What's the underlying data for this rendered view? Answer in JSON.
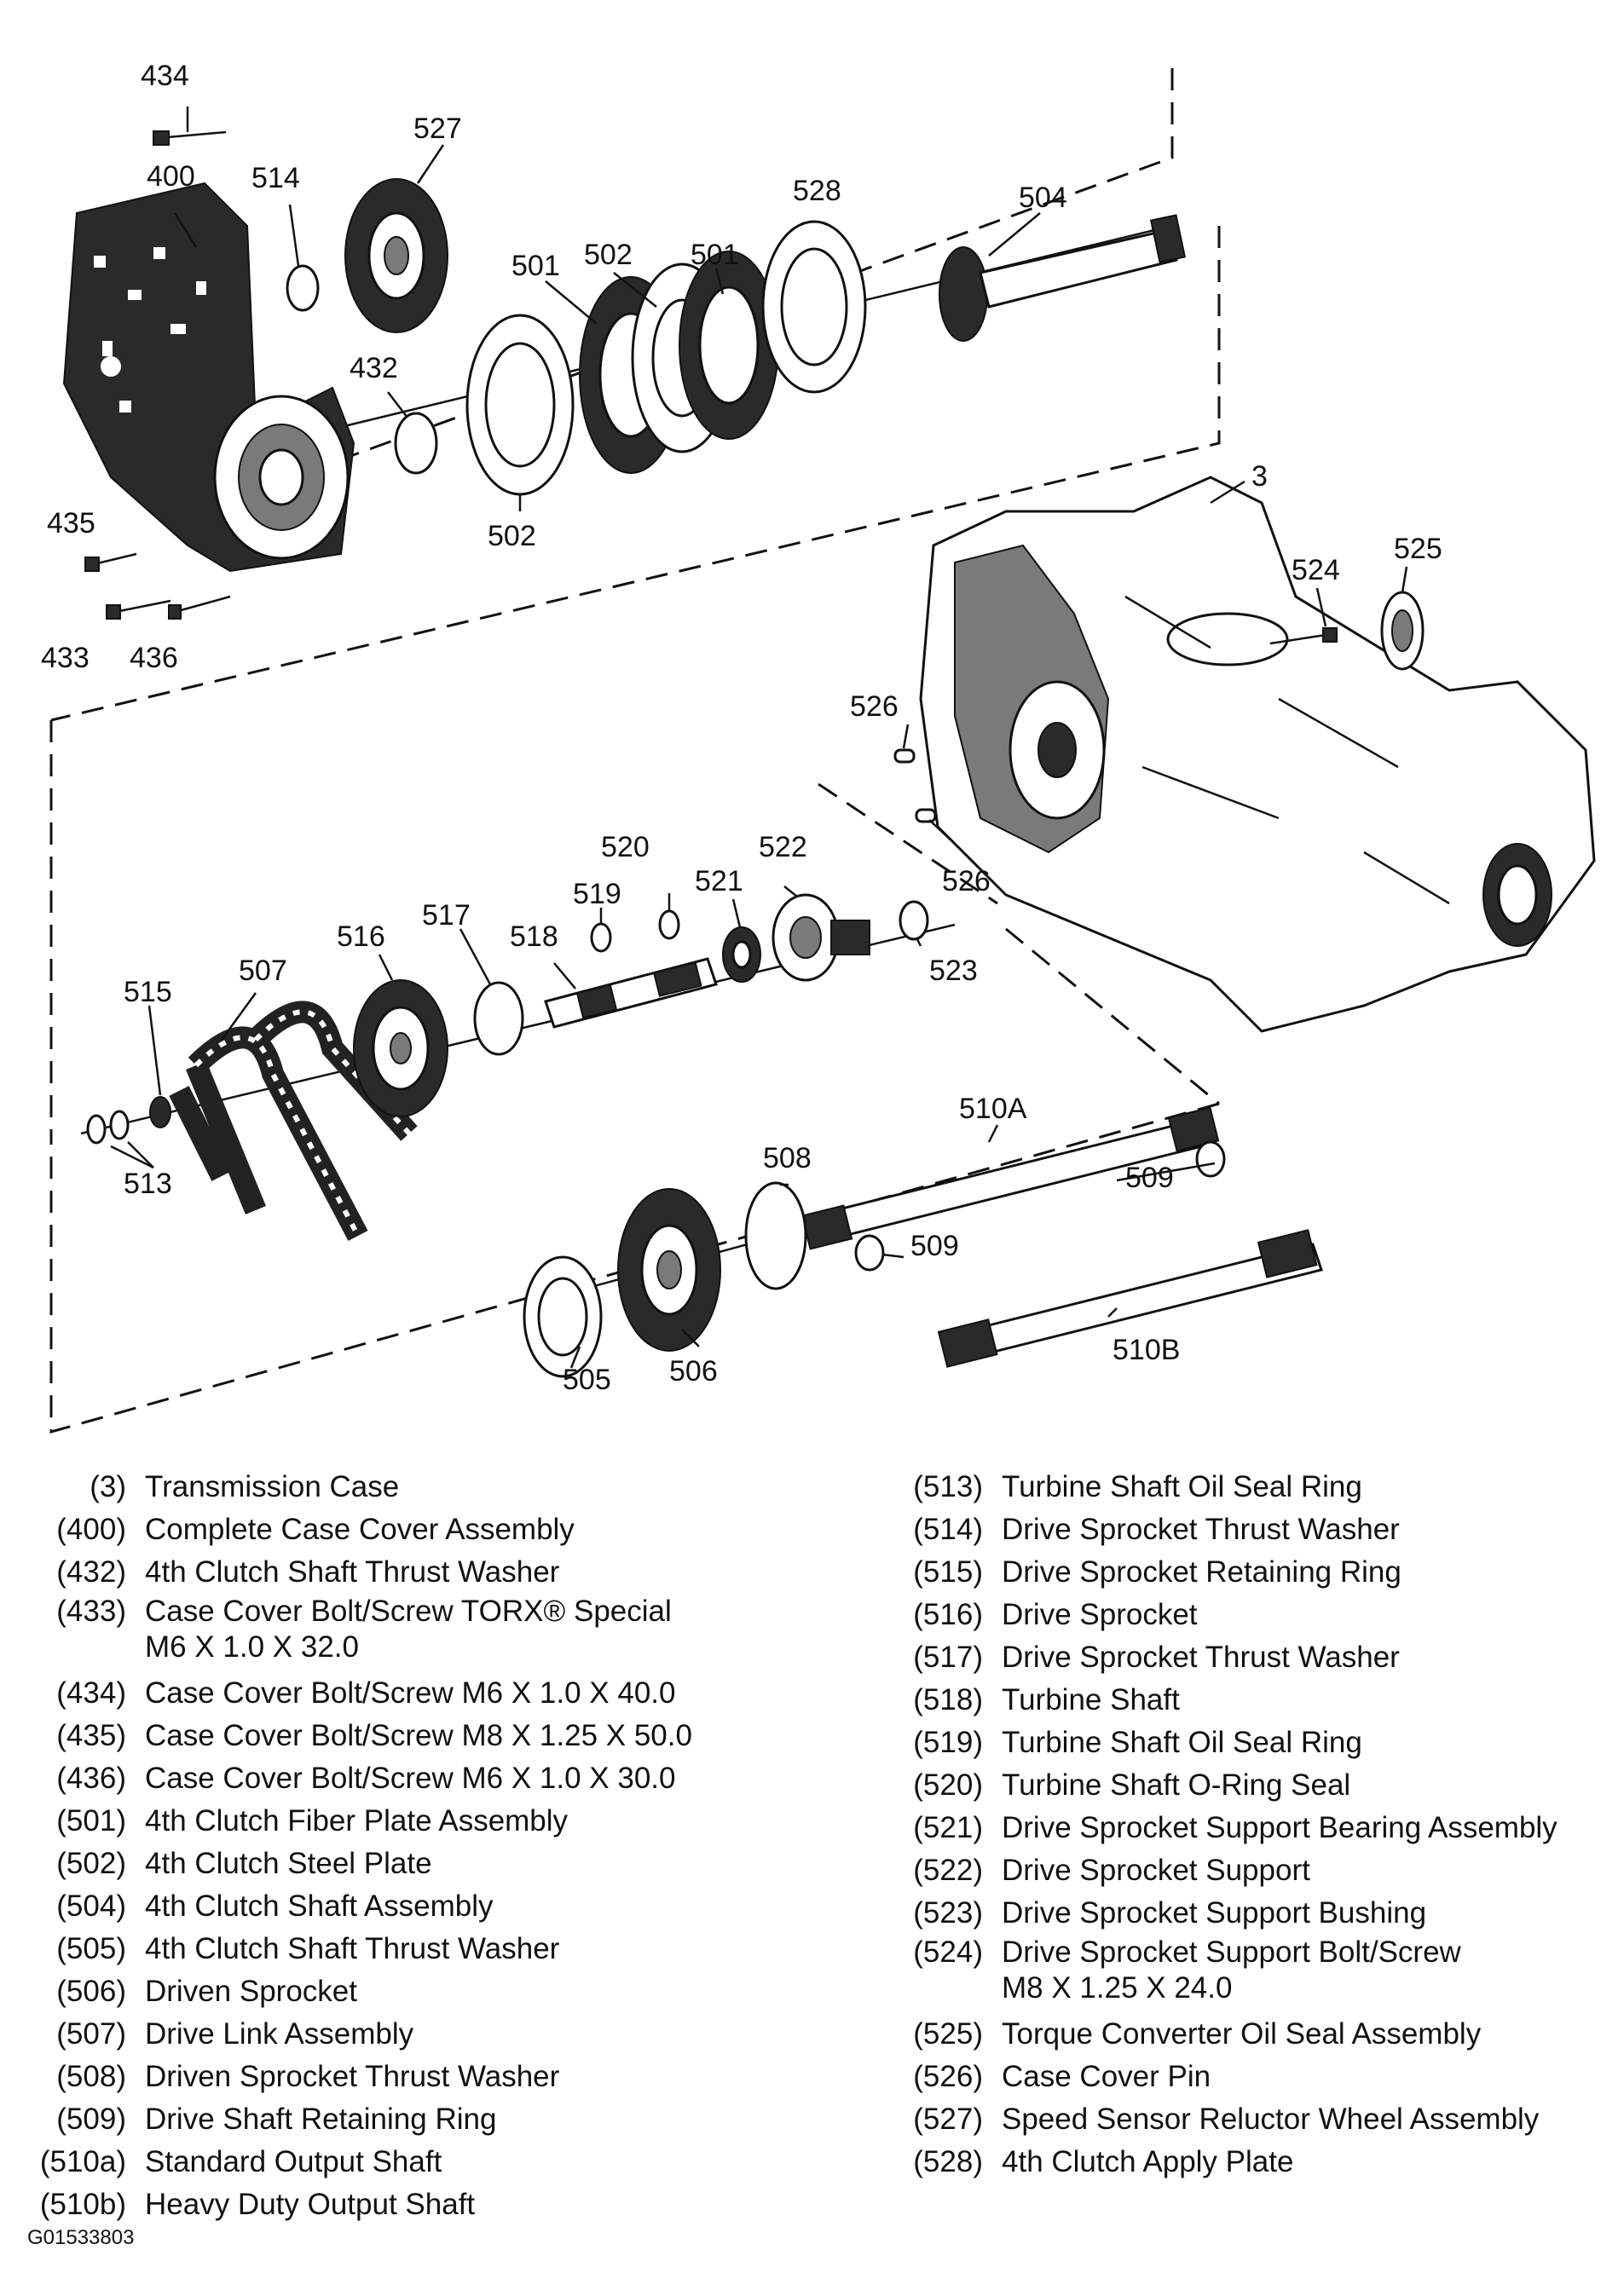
{
  "callouts": {
    "c3": "3",
    "c400": "400",
    "c432": "432",
    "c433": "433",
    "c434": "434",
    "c435": "435",
    "c436": "436",
    "c501a": "501",
    "c501b": "501",
    "c502a": "502",
    "c502b": "502",
    "c504": "504",
    "c505": "505",
    "c506": "506",
    "c507": "507",
    "c508": "508",
    "c509a": "509",
    "c509b": "509",
    "c510a": "510A",
    "c510b": "510B",
    "c513": "513",
    "c514": "514",
    "c515": "515",
    "c516": "516",
    "c517": "517",
    "c518": "518",
    "c519": "519",
    "c520": "520",
    "c521": "521",
    "c522": "522",
    "c523": "523",
    "c524": "524",
    "c525": "525",
    "c526a": "526",
    "c526b": "526",
    "c527": "527",
    "c528": "528"
  },
  "legend": {
    "left": [
      {
        "code": "(3)",
        "desc": "Transmission Case"
      },
      {
        "code": "(400)",
        "desc": "Complete Case Cover Assembly"
      },
      {
        "code": "(432)",
        "desc": "4th Clutch Shaft Thrust Washer"
      },
      {
        "code": "(433)",
        "desc": "Case Cover Bolt/Screw TORX® Special\nM6 X 1.0 X 32.0"
      },
      {
        "code": "(434)",
        "desc": "Case Cover Bolt/Screw M6 X 1.0 X 40.0"
      },
      {
        "code": "(435)",
        "desc": "Case Cover Bolt/Screw M8 X 1.25 X 50.0"
      },
      {
        "code": "(436)",
        "desc": "Case Cover Bolt/Screw M6 X 1.0 X 30.0"
      },
      {
        "code": "(501)",
        "desc": "4th Clutch Fiber Plate Assembly"
      },
      {
        "code": "(502)",
        "desc": "4th Clutch Steel Plate"
      },
      {
        "code": "(504)",
        "desc": "4th Clutch Shaft Assembly"
      },
      {
        "code": "(505)",
        "desc": "4th Clutch Shaft Thrust Washer"
      },
      {
        "code": "(506)",
        "desc": "Driven Sprocket"
      },
      {
        "code": "(507)",
        "desc": "Drive Link Assembly"
      },
      {
        "code": "(508)",
        "desc": "Driven Sprocket Thrust Washer"
      },
      {
        "code": "(509)",
        "desc": "Drive Shaft Retaining Ring"
      },
      {
        "code": "(510a)",
        "desc": "Standard Output Shaft"
      },
      {
        "code": "(510b)",
        "desc": "Heavy Duty Output Shaft"
      }
    ],
    "right": [
      {
        "code": "(513)",
        "desc": "Turbine Shaft Oil Seal Ring"
      },
      {
        "code": "(514)",
        "desc": "Drive Sprocket Thrust Washer"
      },
      {
        "code": "(515)",
        "desc": "Drive Sprocket Retaining Ring"
      },
      {
        "code": "(516)",
        "desc": "Drive Sprocket"
      },
      {
        "code": "(517)",
        "desc": "Drive Sprocket Thrust Washer"
      },
      {
        "code": "(518)",
        "desc": "Turbine Shaft"
      },
      {
        "code": "(519)",
        "desc": "Turbine Shaft Oil Seal Ring"
      },
      {
        "code": "(520)",
        "desc": "Turbine Shaft O-Ring Seal"
      },
      {
        "code": "(521)",
        "desc": "Drive Sprocket Support Bearing Assembly"
      },
      {
        "code": "(522)",
        "desc": "Drive Sprocket Support"
      },
      {
        "code": "(523)",
        "desc": "Drive Sprocket Support Bushing"
      },
      {
        "code": "(524)",
        "desc": "Drive Sprocket Support Bolt/Screw\nM8 X 1.25 X 24.0"
      },
      {
        "code": "(525)",
        "desc": "Torque Converter Oil Seal Assembly"
      },
      {
        "code": "(526)",
        "desc": "Case Cover Pin"
      },
      {
        "code": "(527)",
        "desc": "Speed Sensor Reluctor Wheel Assembly"
      },
      {
        "code": "(528)",
        "desc": "4th Clutch Apply Plate"
      }
    ]
  },
  "figure_code": "G01533803"
}
